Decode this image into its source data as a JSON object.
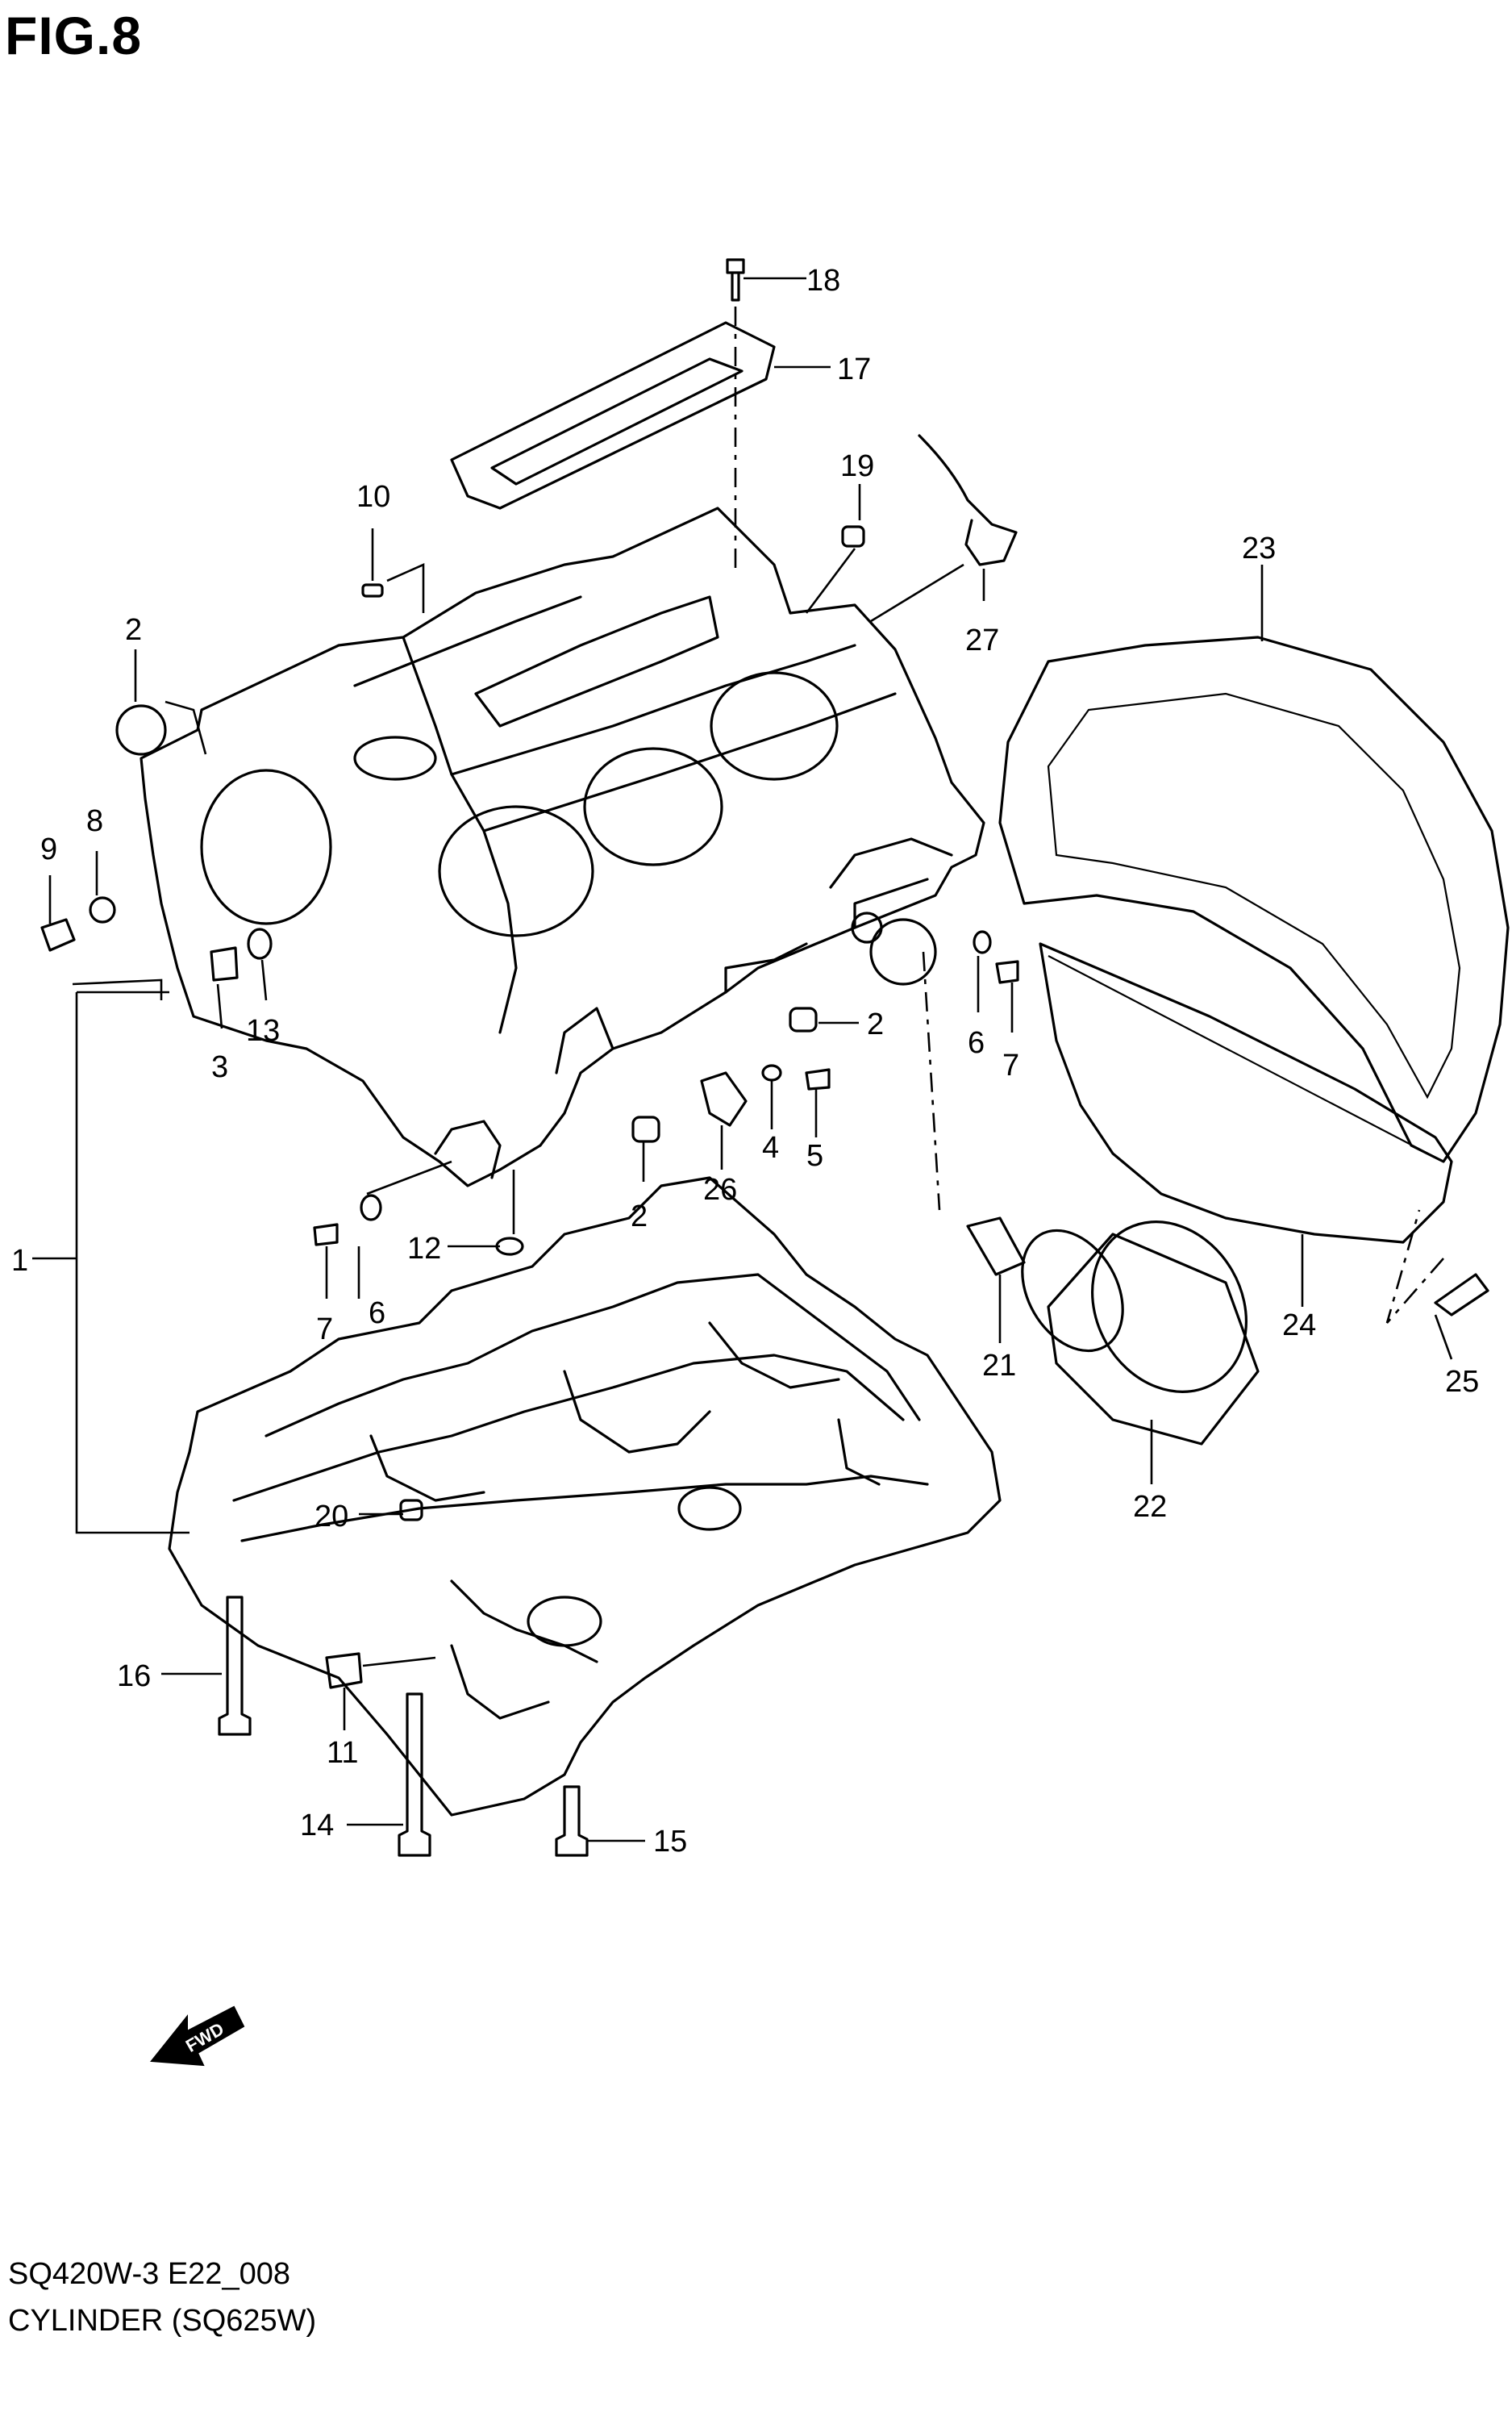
{
  "figure": {
    "title": "FIG.8"
  },
  "callouts": [
    {
      "id": "c1",
      "label": "1"
    },
    {
      "id": "c2a",
      "label": "2"
    },
    {
      "id": "c2b",
      "label": "2"
    },
    {
      "id": "c2c",
      "label": "2"
    },
    {
      "id": "c3",
      "label": "3"
    },
    {
      "id": "c4",
      "label": "4"
    },
    {
      "id": "c5",
      "label": "5"
    },
    {
      "id": "c6a",
      "label": "6"
    },
    {
      "id": "c6b",
      "label": "6"
    },
    {
      "id": "c7a",
      "label": "7"
    },
    {
      "id": "c7b",
      "label": "7"
    },
    {
      "id": "c8",
      "label": "8"
    },
    {
      "id": "c9",
      "label": "9"
    },
    {
      "id": "c10",
      "label": "10"
    },
    {
      "id": "c11",
      "label": "11"
    },
    {
      "id": "c12",
      "label": "12"
    },
    {
      "id": "c13",
      "label": "13"
    },
    {
      "id": "c14",
      "label": "14"
    },
    {
      "id": "c15",
      "label": "15"
    },
    {
      "id": "c16",
      "label": "16"
    },
    {
      "id": "c17",
      "label": "17"
    },
    {
      "id": "c18",
      "label": "18"
    },
    {
      "id": "c19",
      "label": "19"
    },
    {
      "id": "c20",
      "label": "20"
    },
    {
      "id": "c21",
      "label": "21"
    },
    {
      "id": "c22",
      "label": "22"
    },
    {
      "id": "c23",
      "label": "23"
    },
    {
      "id": "c24",
      "label": "24"
    },
    {
      "id": "c25",
      "label": "25"
    },
    {
      "id": "c26",
      "label": "26"
    },
    {
      "id": "c27",
      "label": "27"
    }
  ],
  "fwd_arrow": {
    "text": "FWD"
  },
  "footer": {
    "diagram_code": "SQ420W-3 E22_008",
    "caption": "CYLINDER (SQ625W)"
  }
}
